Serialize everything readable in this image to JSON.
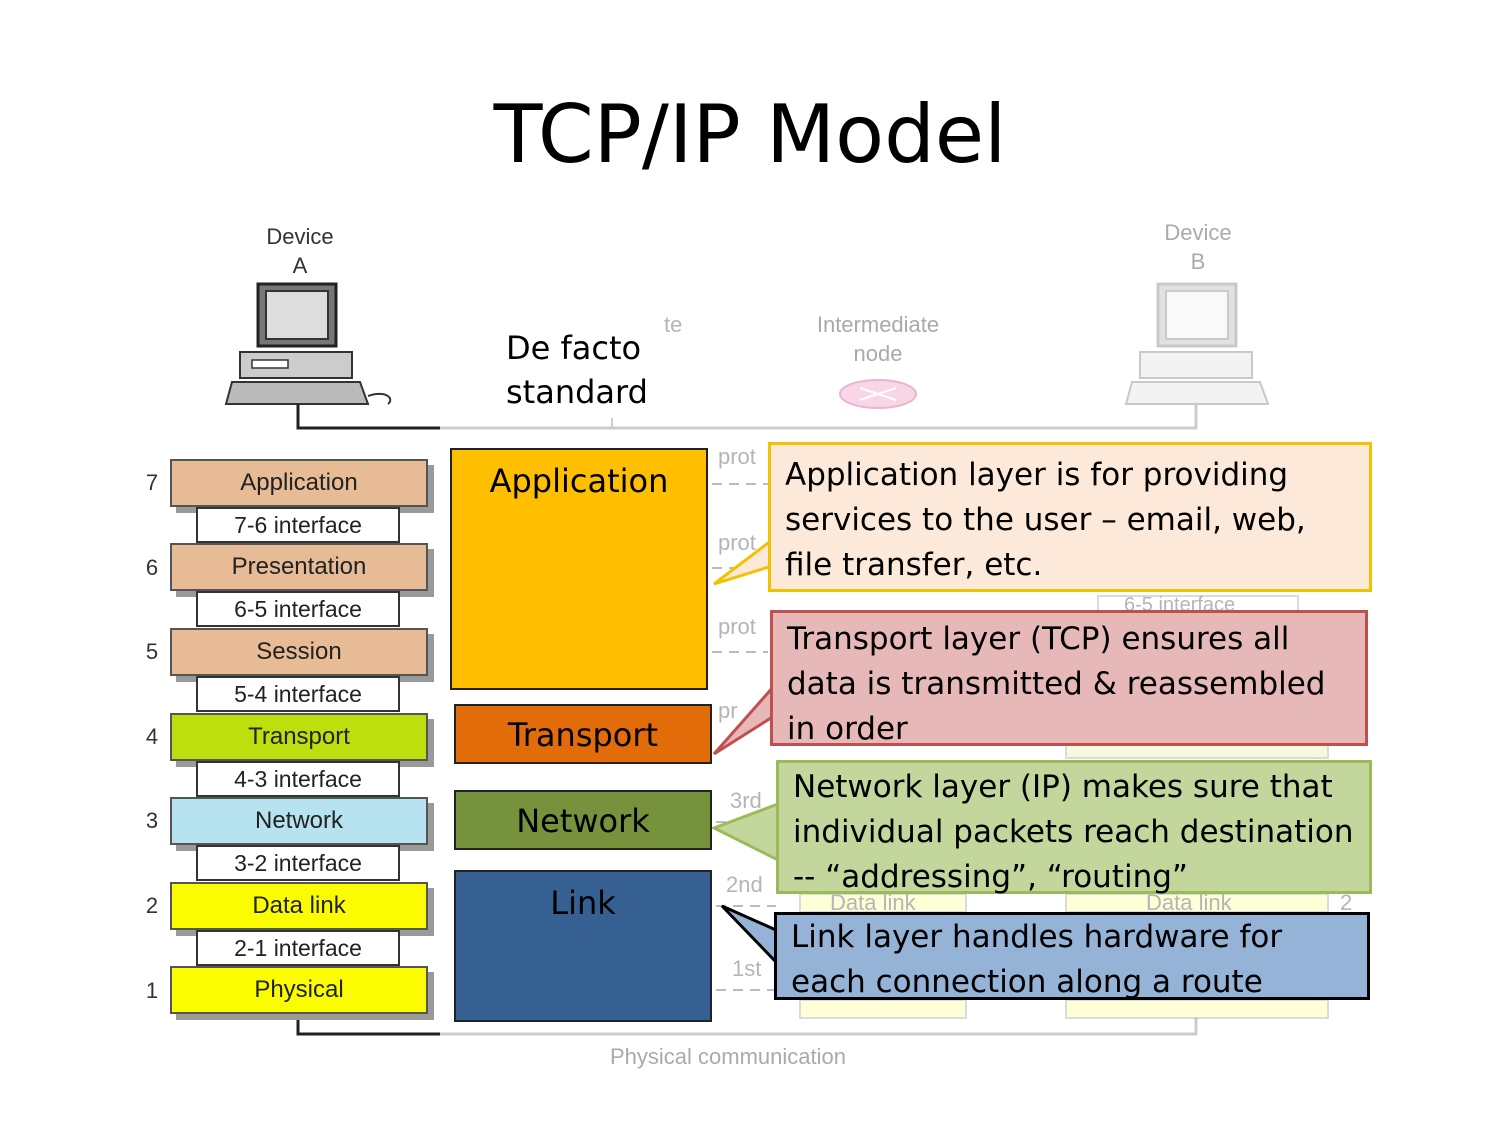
{
  "title": "TCP/IP Model",
  "device_a": {
    "line1": "Device",
    "line2": "A"
  },
  "device_b": {
    "line1": "Device",
    "line2": "B"
  },
  "intermediate": {
    "line1": "Intermediate",
    "line2": "node"
  },
  "defacto": {
    "line1": "De facto",
    "line2": "standard"
  },
  "osi_layers": [
    {
      "num": "7",
      "name": "Application",
      "color": "#e6bb95"
    },
    {
      "num": "6",
      "name": "Presentation",
      "color": "#e6bb95"
    },
    {
      "num": "5",
      "name": "Session",
      "color": "#e6bb95"
    },
    {
      "num": "4",
      "name": "Transport",
      "color": "#bedf0e"
    },
    {
      "num": "3",
      "name": "Network",
      "color": "#b7e3f0"
    },
    {
      "num": "2",
      "name": "Data link",
      "color": "#fbfc00"
    },
    {
      "num": "1",
      "name": "Physical",
      "color": "#fbfc00"
    }
  ],
  "interfaces": [
    "7-6 interface",
    "6-5 interface",
    "5-4 interface",
    "4-3 interface",
    "3-2 interface",
    "2-1 interface"
  ],
  "tcp_layers": [
    {
      "name": "Application",
      "color": "#fdbf00"
    },
    {
      "name": "Transport",
      "color": "#e36c0a"
    },
    {
      "name": "Network",
      "color": "#76923c"
    },
    {
      "name": "Link",
      "color": "#366092"
    }
  ],
  "callouts": [
    {
      "text": "Application layer is for providing services to the user – email, web, file transfer, etc.",
      "bg": "#fde9d9",
      "border": "#f2c200"
    },
    {
      "text": "Transport layer (TCP) ensures all data is transmitted & reassembled in order",
      "bg": "#e6b9b8",
      "border": "#c0504d"
    },
    {
      "text": "Network layer (IP) makes sure that individual packets reach destination -- “addressing”, “routing”",
      "bg": "#c3d69b",
      "border": "#9bbb59"
    },
    {
      "text": "Link layer handles hardware for each connection along a route",
      "bg": "#95b3d7",
      "border": "#000000"
    }
  ],
  "background_fragments": {
    "proto": "prot",
    "proto2": "prot",
    "proto3": "prot",
    "proto4": "pr",
    "third": "3rd",
    "second": "2nd",
    "first": "1st",
    "te": "te",
    "iface65": "6-5 interface",
    "datalink": "Data link",
    "datalink2": "Data link",
    "two": "2"
  },
  "physical_communication": "Physical communication"
}
